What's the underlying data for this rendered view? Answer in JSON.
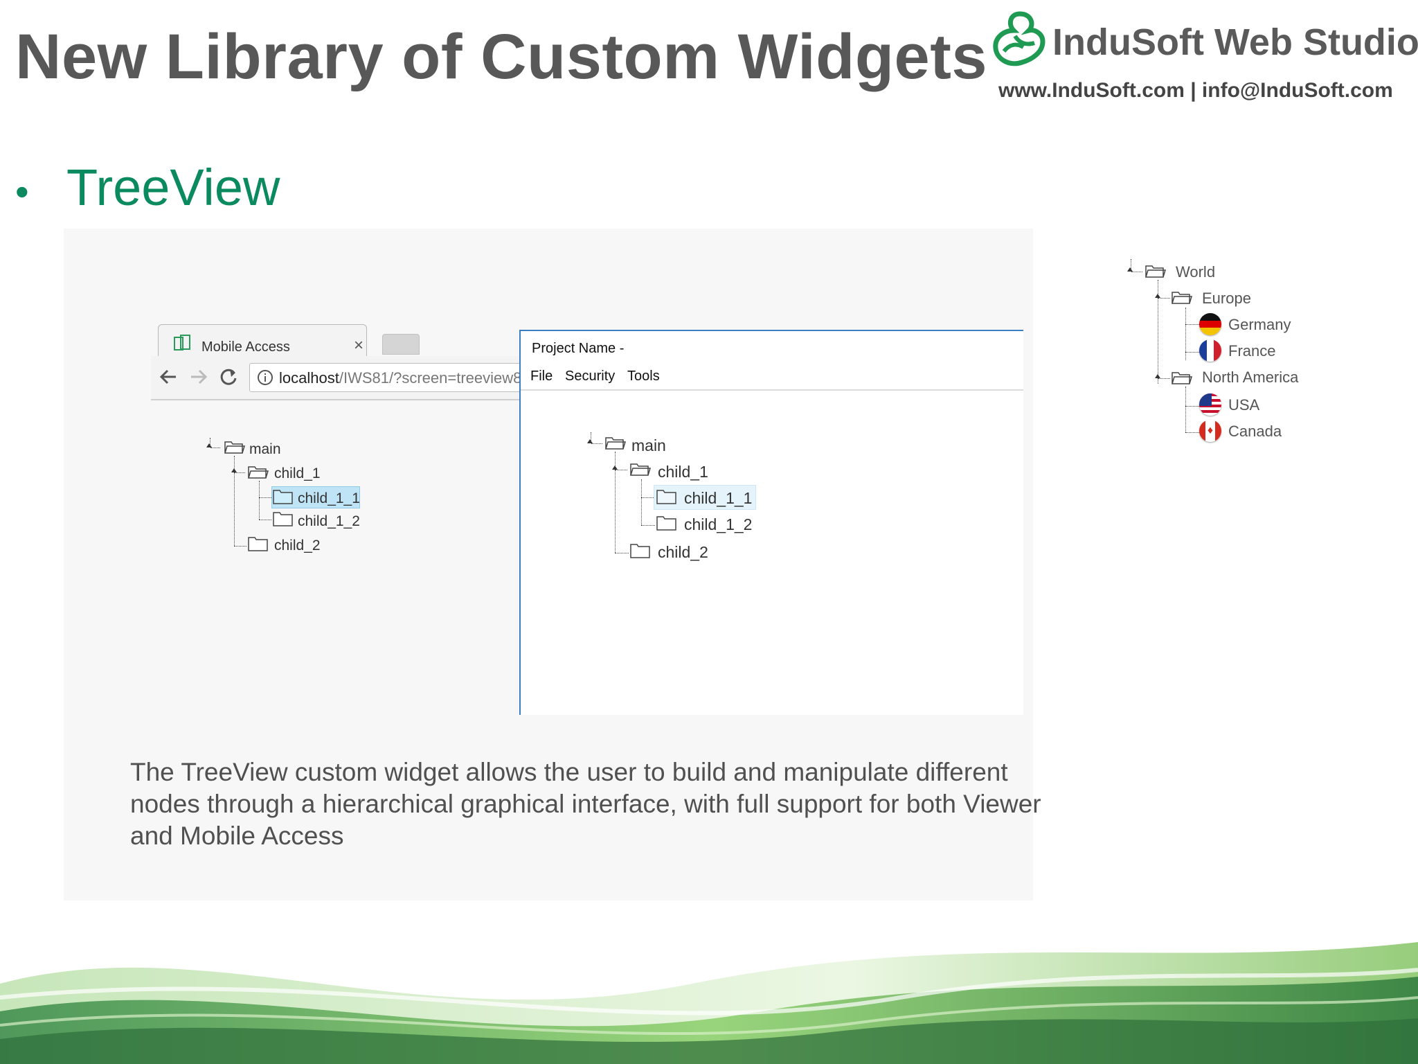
{
  "slide": {
    "title": "New Library of Custom Widgets",
    "bullet": "TreeView",
    "description": "The TreeView custom widget allows the user to build and manipulate different nodes through a hierarchical graphical interface, with full support for both Viewer and Mobile Access"
  },
  "logo": {
    "name": "InduSoft Web Studio",
    "contact": "www.InduSoft.com | info@InduSoft.com"
  },
  "browser": {
    "tab_label": "Mobile Access",
    "tab_close": "×",
    "back_icon": "arrow-left-icon",
    "forward_icon": "arrow-right-icon",
    "reload_icon": "reload-icon",
    "info_icon": "info-icon",
    "url_host": "localhost",
    "url_path": "/IWS81/?screen=treeview8"
  },
  "window": {
    "title": "Project Name -",
    "menu": [
      "File",
      "Security",
      "Tools"
    ]
  },
  "tree_browser": {
    "nodes": [
      "main",
      "child_1",
      "child_1_1",
      "child_1_2",
      "child_2"
    ]
  },
  "tree_viewer": {
    "nodes": [
      "main",
      "child_1",
      "child_1_1",
      "child_1_2",
      "child_2"
    ]
  },
  "tree_world": {
    "nodes": [
      "World",
      "Europe",
      "Germany",
      "France",
      "North America",
      "USA",
      "Canada"
    ],
    "flags": [
      "germany-flag-icon",
      "france-flag-icon",
      "usa-flag-icon",
      "canada-flag-icon"
    ]
  },
  "colors": {
    "accent_green": "#0a8a5e",
    "title_gray": "#585858",
    "selection_blue": "#bfe4f6"
  }
}
